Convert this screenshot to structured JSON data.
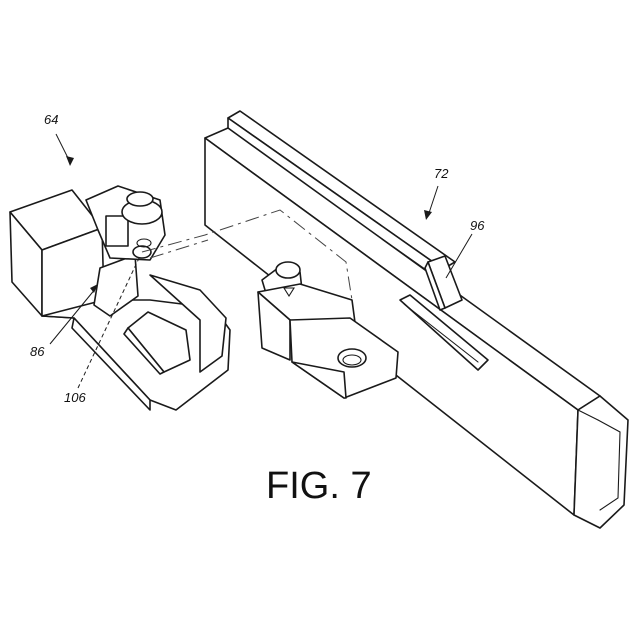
{
  "figure": {
    "caption": "FIG. 7"
  },
  "reference_numerals": {
    "part_64": "64",
    "part_72": "72",
    "part_96": "96",
    "part_86": "86",
    "part_106": "106"
  }
}
